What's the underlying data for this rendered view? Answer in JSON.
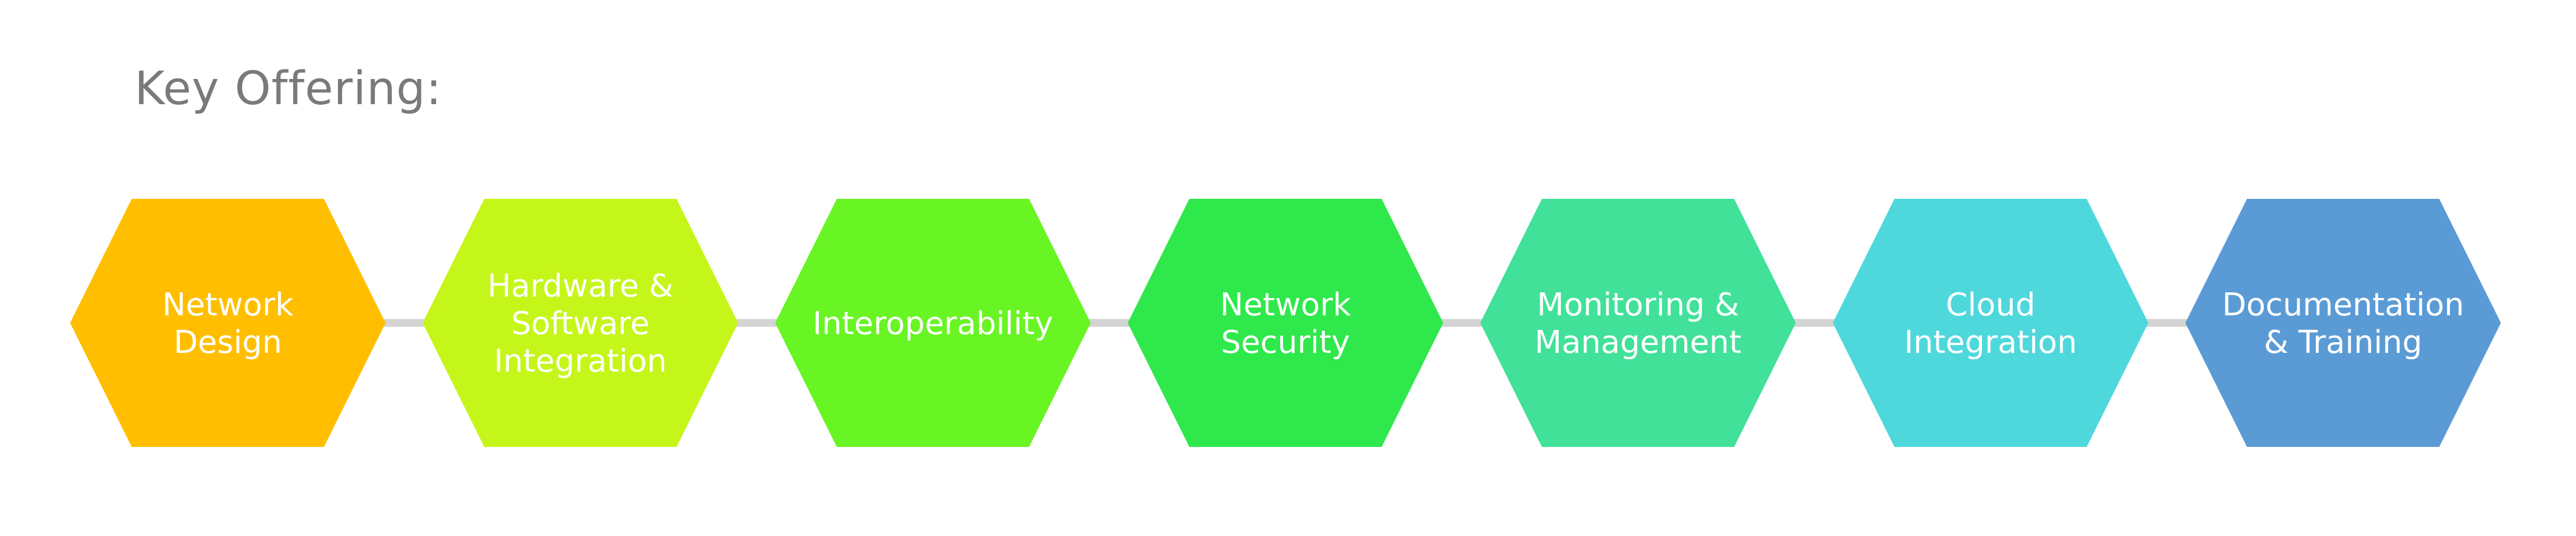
{
  "heading": "Key Offering:",
  "steps": [
    {
      "lines": [
        "Network",
        "Design"
      ],
      "color": "#FFBF00",
      "icon": "hexagon"
    },
    {
      "lines": [
        "Hardware &",
        "Software",
        "Integration"
      ],
      "color": "#C5F61A",
      "icon": "hexagon"
    },
    {
      "lines": [
        "Interoperability"
      ],
      "color": "#69F424",
      "icon": "hexagon"
    },
    {
      "lines": [
        "Network",
        "Security"
      ],
      "color": "#2FE84B",
      "icon": "hexagon"
    },
    {
      "lines": [
        "Monitoring &",
        "Management"
      ],
      "color": "#41E19A",
      "icon": "hexagon"
    },
    {
      "lines": [
        "Cloud",
        "Integration"
      ],
      "color": "#4ED8DC",
      "icon": "hexagon"
    },
    {
      "lines": [
        "Documentation",
        "& Training"
      ],
      "color": "#5B9BD5",
      "icon": "hexagon"
    }
  ],
  "connector_color": "#D4D4D4"
}
